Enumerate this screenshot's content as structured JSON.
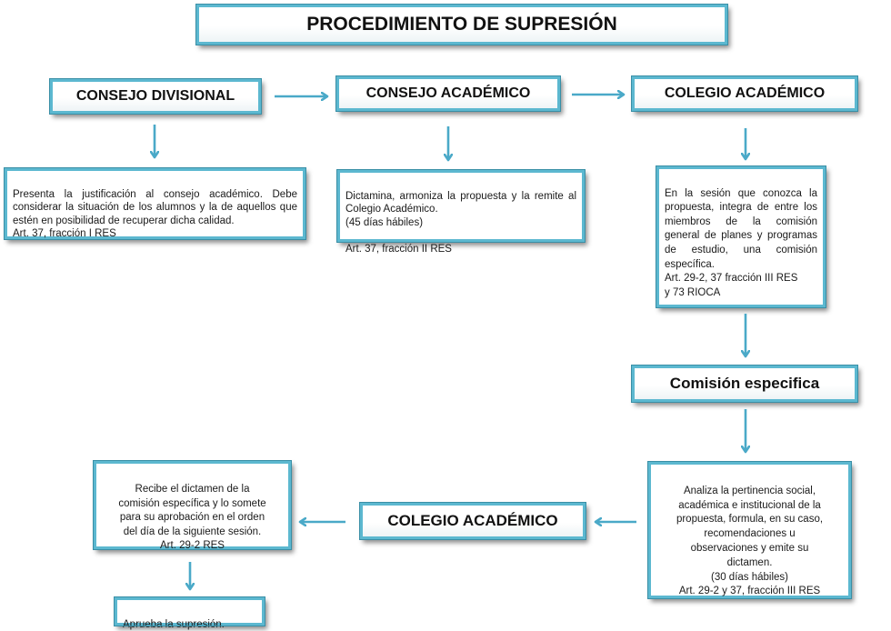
{
  "title": "PROCEDIMIENTO DE SUPRESIÓN",
  "colors": {
    "box_border": "#5cb8d0",
    "arrow": "#4aa9c8"
  },
  "nodes": {
    "consejo_divisional": {
      "heading": "CONSEJO DIVISIONAL",
      "text": "Presenta la justificación al consejo académico. Debe considerar la situación de los alumnos y la de aquellos que estén en posibilidad de recuperar dicha calidad.",
      "ref": "Art. 37, fracción I RES"
    },
    "consejo_academico": {
      "heading": "CONSEJO ACADÉMICO",
      "text": "Dictamina, armoniza la propuesta y la remite al Colegio Académico.",
      "term": "(45 días hábiles)",
      "ref": "Art. 37, fracción II  RES"
    },
    "colegio_academico_1": {
      "heading": "COLEGIO  ACADÉMICO",
      "text": "En la sesión que conozca la propuesta, integra  de entre los miembros de la comisión general de planes y programas de estudio, una comisión específica.",
      "ref": "Art. 29-2, 37 fracción III RES\ny 73 RIOCA"
    },
    "comision_especifica": {
      "heading": "Comisión  especifica",
      "text": "Analiza la pertinencia social,\nacadémica e institucional de la\npropuesta, formula, en su caso,\nrecomendaciones  u\nobservaciones  y emite su\ndictamen.\n(30 días hábiles)\nArt. 29-2 y 37, fracción III RES"
    },
    "colegio_academico_2": {
      "heading": "COLEGIO  ACADÉMICO",
      "text": "Recibe el dictamen  de la\ncomisión específica  y lo somete\npara su aprobación  en el orden\ndel día de la siguiente sesión.\nArt. 29-2 RES"
    },
    "final": {
      "text": "Aprueba  la supresión."
    }
  }
}
